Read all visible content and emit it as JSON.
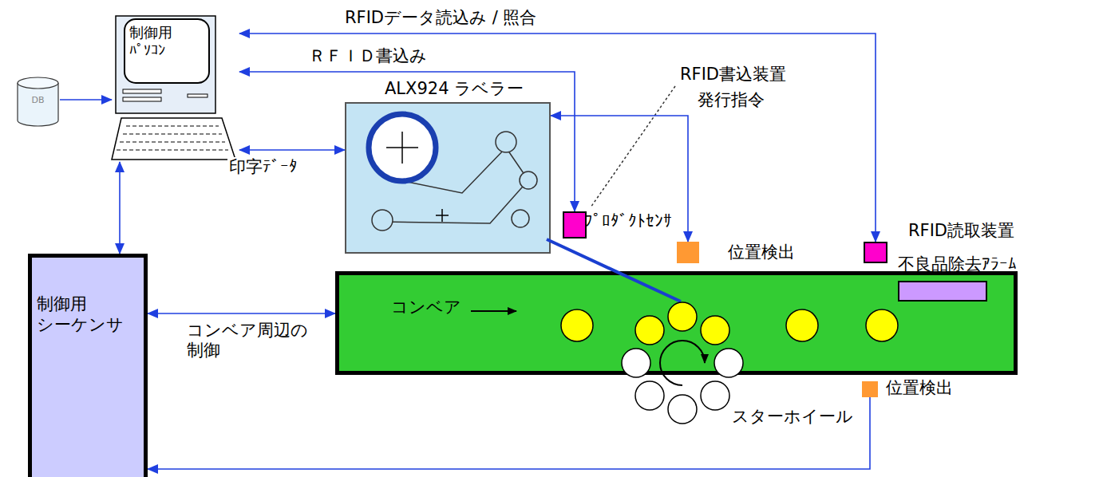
{
  "diagram": {
    "nodes": [
      {
        "text": [
          "制御用 ﾊﾟｿｺﾝ"
        ]
      },
      {
        "text": [
          "DB"
        ]
      },
      {
        "text": [
          "ALX924 ラベラー"
        ]
      },
      {
        "text": [
          "RFID書込装置"
        ]
      },
      {
        "text": [
          "ﾌﾟﾛﾀﾞｸﾄｾﾝｻ",
          "位置検出"
        ]
      },
      {
        "text": [
          "RFID読取装置"
        ]
      },
      {
        "text": [
          "コンベア"
        ]
      },
      {
        "text": [
          "不良品除去ｱﾗｰﾑ"
        ],
        "in": 6
      },
      {
        "text": [
          "制御用 シーケンサ"
        ]
      },
      {
        "text": [
          "位置検出"
        ]
      }
    ],
    "edges": [
      {
        "from": 1,
        "to": 0,
        "arrow": "to"
      },
      {
        "from": 5,
        "to": 0,
        "label": "RFIDデータ読込み / 照合",
        "arrow": "both"
      },
      {
        "from": 3,
        "to": 0,
        "label": "ＲＦＩＤ書込み",
        "arrow": "both"
      },
      {
        "from": 0,
        "to": 2,
        "label": "印字ﾃﾞｰﾀ",
        "arrow": "both"
      },
      {
        "from": 4,
        "to": 2,
        "label": "発行指令",
        "arrow": "both"
      },
      {
        "from": 0,
        "to": 8,
        "arrow": "both"
      },
      {
        "from": 8,
        "to": 6,
        "label": "コンベア周辺の 制御",
        "arrow": "both"
      },
      {
        "from": 9,
        "to": 8,
        "arrow": "to"
      }
    ],
    "labels": [
      "スターホイール"
    ]
  }
}
